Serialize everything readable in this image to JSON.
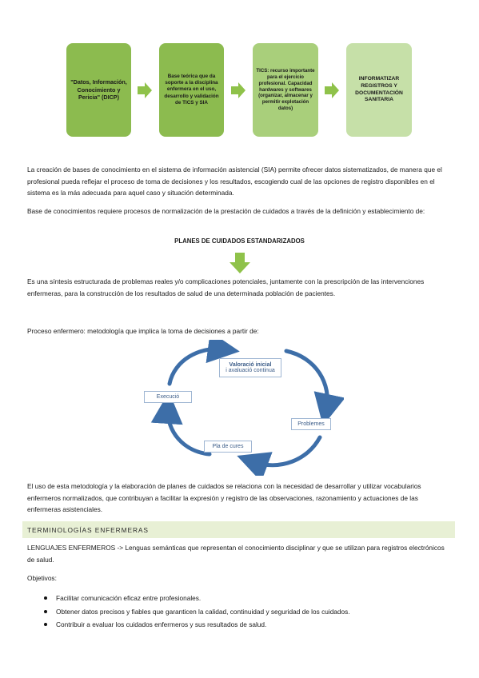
{
  "flow": {
    "box1": "\"Datos, Información, Conocimiento y Pericia\" (DICP)",
    "box2": "Base teórica que da soporte a la disciplina enfermera en el uso, desarrollo y validación de TICS y SIA",
    "box3": "TICS: recurso importante para el ejercicio profesional. Capacidad hardwares y softwares (organizar, almacenar y permitir explotación datos)",
    "box4": "INFORMATIZAR REGISTROS Y DOCUMENTACIÓN SANITARIA"
  },
  "paragraphs": {
    "p1": "La creación de bases de conocimiento en el sistema de información asistencial (SIA) permite ofrecer datos sistematizados, de manera que el profesional pueda reflejar el proceso de toma de decisiones y los resultados, escogiendo cual de las opciones de registro disponibles en el sistema es la más adecuada para aquel caso y situación determinada.",
    "p2": "Base de conocimientos requiere procesos de normalización de la prestación de cuidados a través de la definición y establecimiento de:",
    "planes_title": "PLANES DE CUIDADOS ESTANDARIZADOS",
    "p3": "Es una síntesis estructurada de problemas reales y/o complicaciones potenciales, juntamente con la prescripción de las intervenciones enfermeras, para la construcción de los resultados de salud de una determinada población de pacientes.",
    "p4": "Proceso enfermero: metodología que implica la toma de decisiones a partir de:",
    "p5": "El uso de esta metodología y la elaboración de planes de cuidados se relaciona con la necesidad de desarrollar y utilizar vocabularios enfermeros normalizados, que contribuyan a facilitar la expresión y registro de las observaciones, razonamiento y actuaciones de las enfermeras asistenciales.",
    "p6": "LENGUAJES ENFERMEROS -> Lenguas semánticas que representan el conocimiento disciplinar y que se utilizan para registros electrónicos de salud.",
    "objetivos": "Objetivos:"
  },
  "cycle": {
    "valoracio_line1": "Valoració inicial",
    "valoracio_line2": "i avaluació continua",
    "problemes": "Problemes",
    "pla_de_cures": "Pla de cures",
    "execucio": "Execució"
  },
  "section": {
    "title": "TERMINOLOGÍAS ENFERMERAS"
  },
  "objetivos_list": [
    "Facilitar comunicación eficaz entre profesionales.",
    "Obtener datos precisos y fiables que garanticen la calidad, continuidad y seguridad de los cuidados.",
    "Contribuir a evaluar los cuidados enfermeros y sus resultados de salud."
  ],
  "colors": {
    "box_green": "#8cbb4f",
    "box_light_green": "#c6e0a8",
    "arrow_green": "#8fc24a",
    "cycle_arrow": "#3d6ea8",
    "section_bg": "#e8f0d5"
  }
}
